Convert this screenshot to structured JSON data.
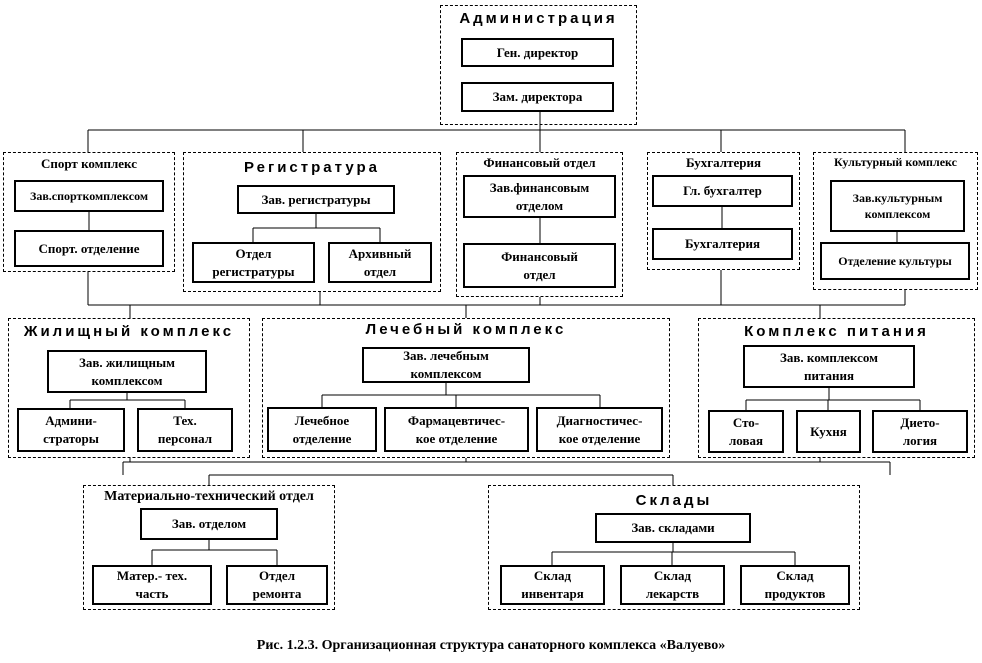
{
  "admin": {
    "title": "Администрация",
    "boxes": [
      "Ген. директор",
      "Зам. директора"
    ]
  },
  "sport": {
    "title": "Спорт комплекс",
    "boxes": [
      "Зав.спорткомплексом",
      "Спорт. отделение"
    ]
  },
  "reg": {
    "title": "Регистратура",
    "boxes": [
      "Зав. регистратуры",
      "Отдел\nрегистратуры",
      "Архивный\nотдел"
    ]
  },
  "fin": {
    "title": "Финансовый отдел",
    "boxes": [
      "Зав.финансовым\nотделом",
      "Финансовый\nотдел"
    ]
  },
  "buh": {
    "title": "Бухгалтерия",
    "boxes": [
      "Гл. бухгалтер",
      "Бухгалтерия"
    ]
  },
  "cult": {
    "title": "Культурный комплекс",
    "boxes": [
      "Зав.культурным\nкомплексом",
      "Отделение культуры"
    ]
  },
  "house": {
    "title": "Жилищный комплекс",
    "boxes": [
      "Зав. жилищным\nкомплексом",
      "Админи-\nстраторы",
      "Тех.\nперсонал"
    ]
  },
  "med": {
    "title": "Лечебный комплекс",
    "boxes": [
      "Зав. лечебным\nкомплексом",
      "Лечебное\nотделение",
      "Фармацевтичес-\nкое отделение",
      "Диагностичес-\nкое отделение"
    ]
  },
  "food": {
    "title": "Комплекс питания",
    "boxes": [
      "Зав. комплексом\nпитания",
      "Сто-\nловая",
      "Кухня",
      "Дието-\nлогия"
    ]
  },
  "mat": {
    "title": "Материально-технический отдел",
    "boxes": [
      "Зав. отделом",
      "Матер.- тех.\nчасть",
      "Отдел\nремонта"
    ]
  },
  "store": {
    "title": "Склады",
    "boxes": [
      "Зав. складами",
      "Склад\nинвентаря",
      "Склад\nлекарств",
      "Склад\nпродуктов"
    ]
  },
  "caption": "Рис. 1.2.3. Организационная структура санаторного комплекса «Валуево»"
}
